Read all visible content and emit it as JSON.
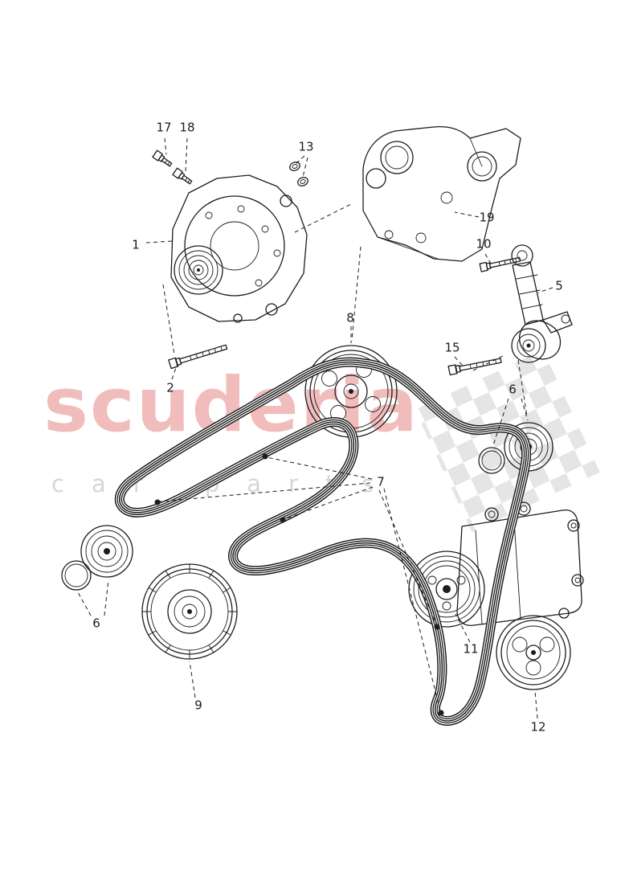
{
  "watermark": {
    "title": "scuderia",
    "subtitle": "car parts",
    "title_color": "#f1bcbc",
    "subtitle_color": "#d6d6d6",
    "flag_color": "#cfcfcf"
  },
  "colors": {
    "ink": "#1c1c1c",
    "background": "#ffffff"
  },
  "callouts": {
    "c17": "17",
    "c18": "18",
    "c13": "13",
    "c1": "1",
    "c19": "19",
    "c10": "10",
    "c5": "5",
    "c8": "8",
    "c2": "2",
    "c15": "15",
    "c6r": "6",
    "c7": "7",
    "c6l": "6",
    "c9": "9",
    "c11": "11",
    "c12": "12"
  }
}
